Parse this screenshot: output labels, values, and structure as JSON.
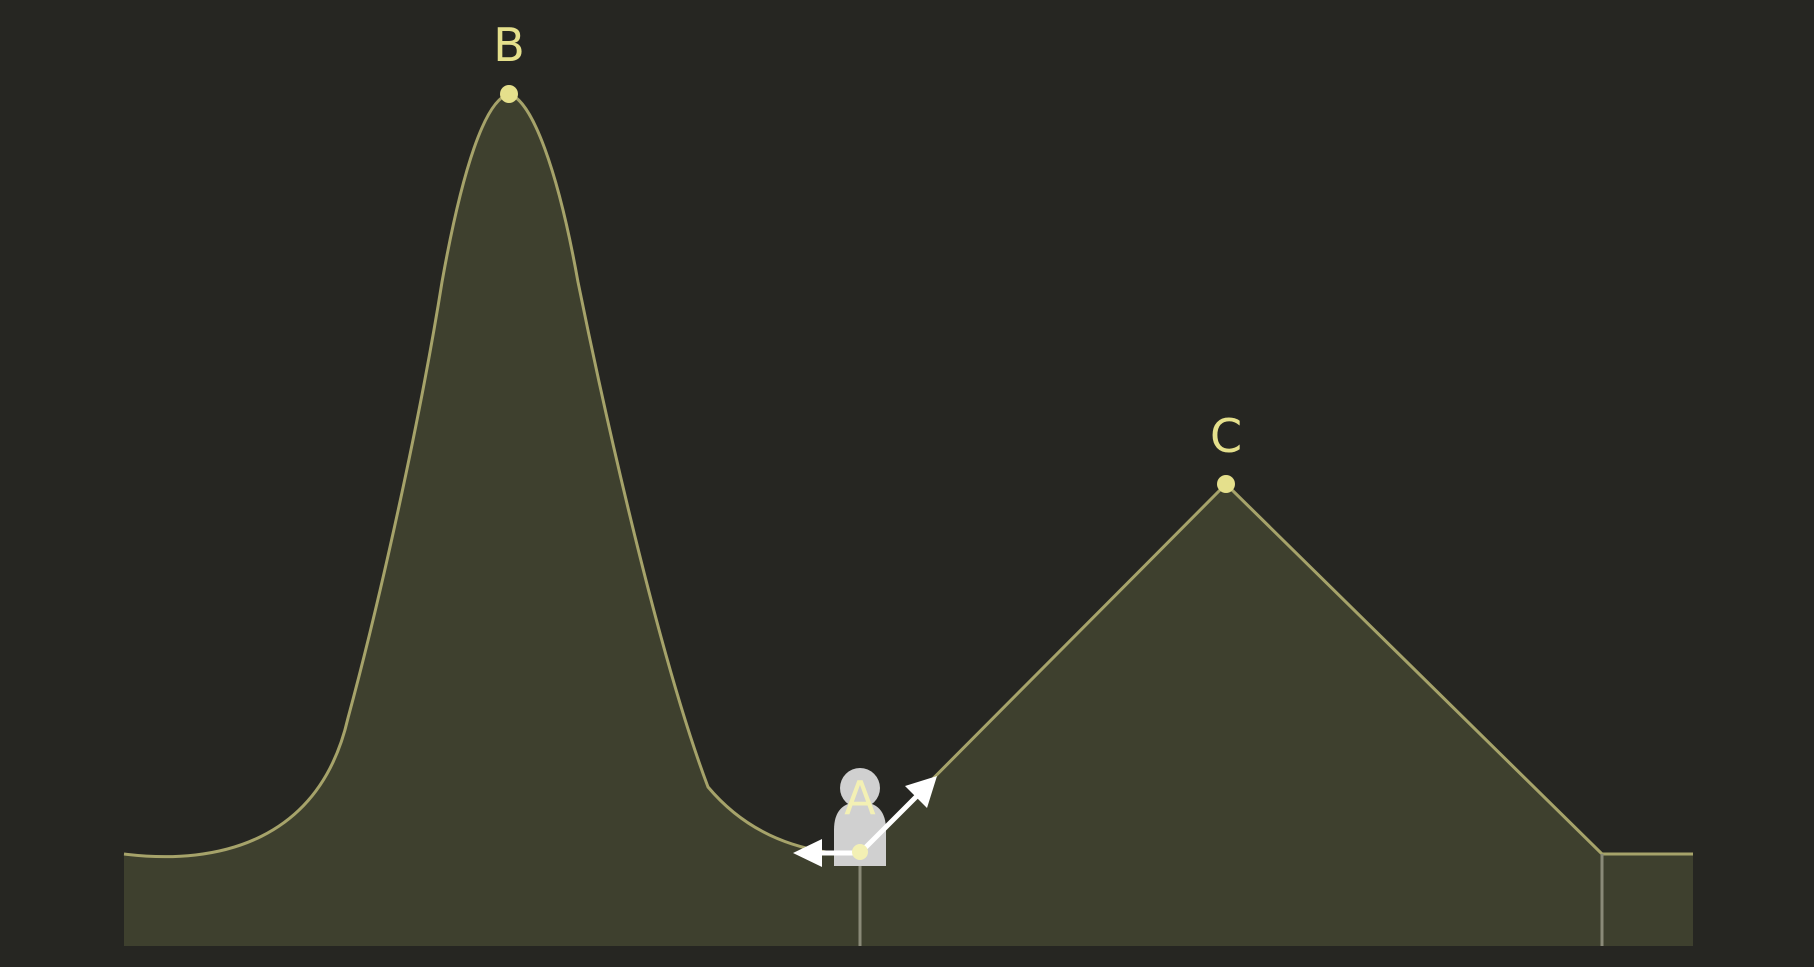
{
  "points": {
    "a": {
      "label": "A"
    },
    "b": {
      "label": "B"
    },
    "c": {
      "label": "C"
    }
  },
  "colors": {
    "background": "#262622",
    "terrain_fill": "#3e402e",
    "terrain_stroke": "#a6a36a",
    "marker": "#e5e08c",
    "divider": "#8a8a78",
    "figure": "#d0d0d0",
    "arrow": "#ffffff"
  },
  "icons": {
    "figure": "person-icon",
    "arrows": [
      "arrow-left-icon",
      "arrow-up-right-icon"
    ]
  }
}
